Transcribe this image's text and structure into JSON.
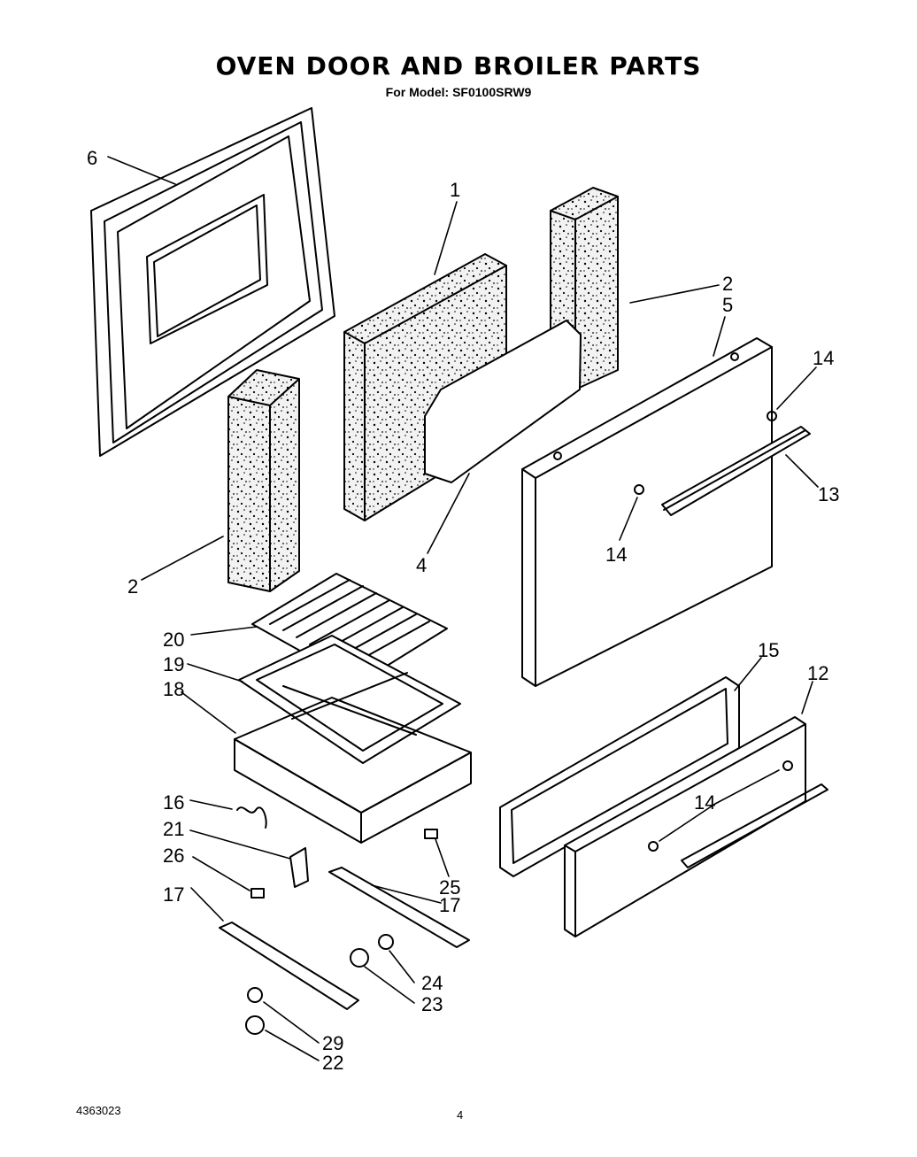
{
  "title": "OVEN DOOR AND BROILER PARTS",
  "subtitle": "For Model: SF0100SRW9",
  "footer": {
    "doc_number": "4363023",
    "page_number": "4"
  },
  "colors": {
    "ink": "#000000",
    "paper": "#ffffff",
    "insulation_fill": "#e6e6e6"
  },
  "callouts": [
    "6",
    "1",
    "2",
    "5",
    "14",
    "13",
    "4",
    "14",
    "2",
    "20",
    "19",
    "18",
    "15",
    "12",
    "16",
    "21",
    "26",
    "14",
    "25",
    "17",
    "17",
    "24",
    "23",
    "29",
    "22"
  ]
}
